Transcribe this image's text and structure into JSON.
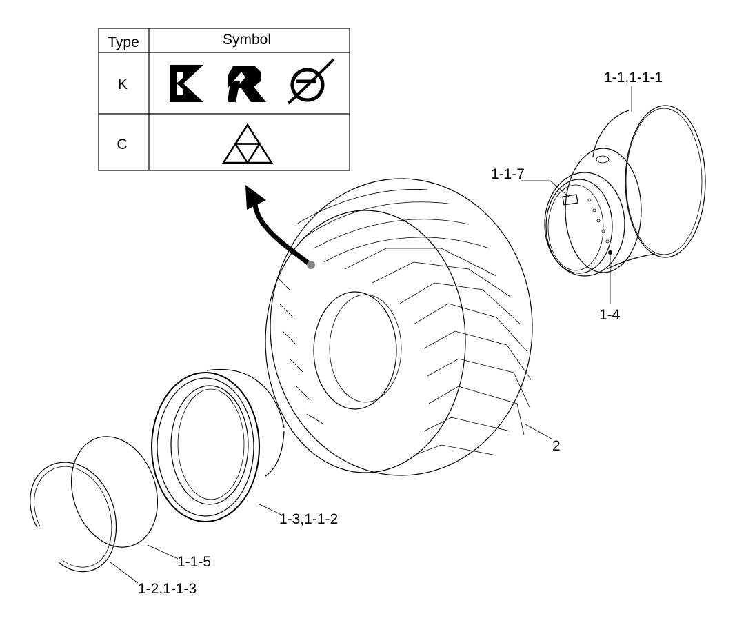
{
  "legend_table": {
    "header_type": "Type",
    "header_symbol": "Symbol",
    "rows": [
      {
        "type": "K",
        "symbols": [
          "k-logo-icon",
          "r-logo-icon",
          "orbit-logo-icon"
        ]
      },
      {
        "type": "C",
        "symbols": [
          "triforce-triangle-icon"
        ]
      }
    ]
  },
  "callouts": {
    "rim": "1-1,1-1-1",
    "valve": "1-1-7",
    "rim_hole": "1-4",
    "tire": "2",
    "flange": "1-3,1-1-2",
    "o_ring": "1-1-5",
    "lock_ring": "1-2,1-1-3"
  }
}
